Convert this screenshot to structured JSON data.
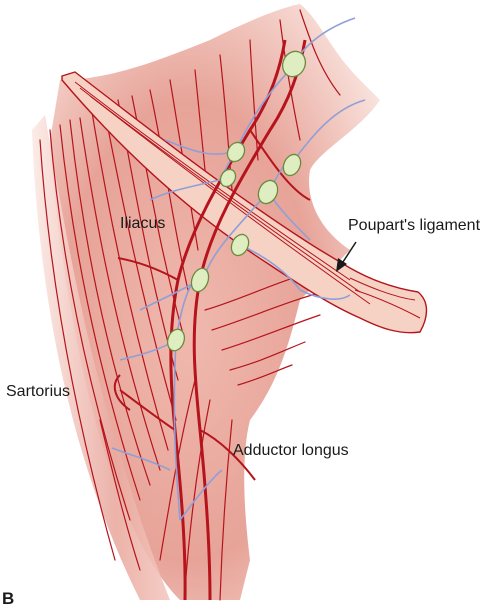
{
  "labels": {
    "iliacus": "Iliacus",
    "poupart": "Poupart's ligament",
    "sartorius": "Sartorius",
    "adductor_longus": "Adductor longus",
    "panel_letter": "B"
  },
  "colors": {
    "muscle_fill": "#f2c9c0",
    "muscle_deep": "#d98a80",
    "fiber_line": "#b5141c",
    "ligament_fill": "#f6d2c4",
    "lymph_vessel": "#8f9fd6",
    "lymph_node": "#dfeec0",
    "lymph_node_outline": "#6a8a40"
  }
}
